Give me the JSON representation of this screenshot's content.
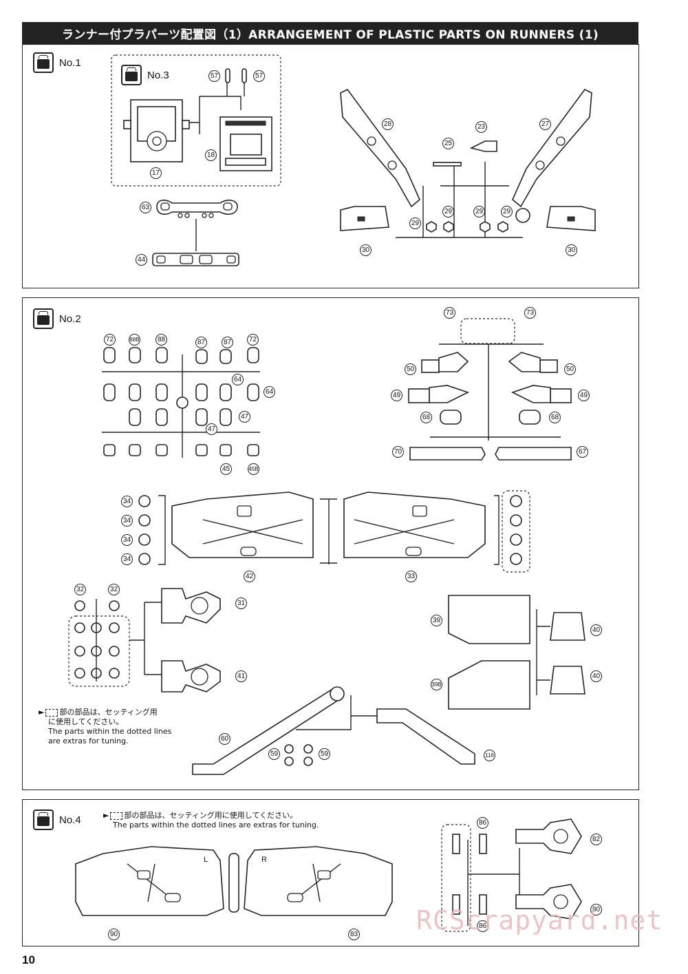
{
  "header": {
    "title": "ランナー付プラパーツ配置図（1）ARRANGEMENT OF PLASTIC PARTS ON RUNNERS (1)"
  },
  "runners": {
    "no1": "No.1",
    "no2": "No.2",
    "no3": "No.3",
    "no4": "No.4"
  },
  "part_numbers": {
    "p57": "57",
    "p17": "17",
    "p18": "18",
    "p63": "63",
    "p44": "44",
    "p28": "28",
    "p27": "27",
    "p23": "23",
    "p25": "25",
    "p29": "29",
    "p30": "30",
    "p72": "72",
    "p88b": "88B",
    "p88": "88",
    "p87": "87",
    "p64": "64",
    "p47": "47",
    "p45": "45",
    "p45b": "45B",
    "p73": "73",
    "p50": "50",
    "p49": "49",
    "p68": "68",
    "p70": "70",
    "p67": "67",
    "p34": "34",
    "p42": "42",
    "p33": "33",
    "p32": "32",
    "p31": "31",
    "p41": "41",
    "p39": "39",
    "p39b": "39B",
    "p40": "40",
    "p60": "60",
    "p59": "59",
    "p116": "116",
    "p86": "86",
    "p82": "82",
    "p80": "80",
    "p90": "90",
    "p83": "83",
    "L": "L",
    "R": "R"
  },
  "notes": {
    "note2_jp1": "部の部品は、セッティング用",
    "note2_jp2": "に使用してください。",
    "note2_en1": "The parts within the dotted lines",
    "note2_en2": "are extras for tuning.",
    "note4_jp": "部の部品は、セッティング用に使用してください。",
    "note4_en": "The parts within the dotted lines are extras for tuning."
  },
  "footer": {
    "page_number": "10",
    "watermark": "RCScrapyard.net"
  }
}
